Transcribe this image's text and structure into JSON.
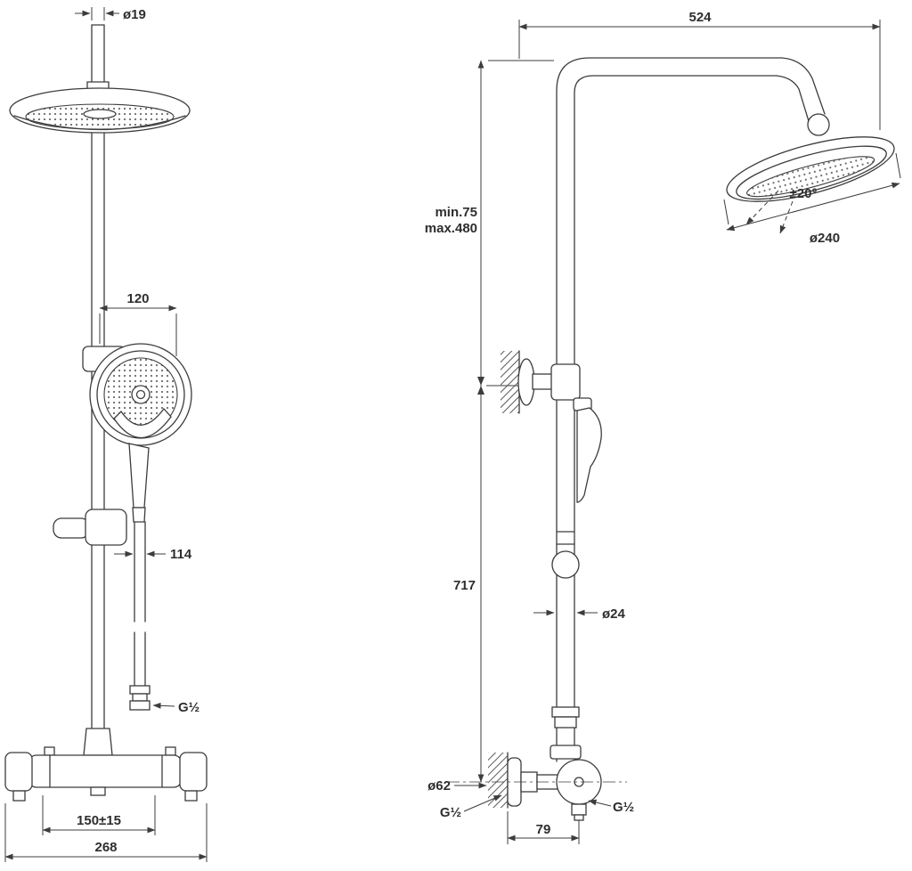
{
  "page": {
    "background": "#ffffff",
    "ink": "#3c3c3c"
  },
  "front_view": {
    "dims": {
      "pipe_top_diameter": "ø19",
      "hand_shower_offset": "120",
      "slider_offset": "114",
      "hose_thread": "G½",
      "inlet_spacing": "150±15",
      "overall_width": "268"
    }
  },
  "side_view": {
    "dims": {
      "arm_reach": "524",
      "bracket_range_min": "min.75",
      "bracket_range_max": "max.480",
      "head_swivel": "±20°",
      "head_diameter": "ø240",
      "column_height": "717",
      "pipe_diameter": "ø24",
      "escutcheon_diameter": "ø62",
      "supply_thread": "G½",
      "wall_offset": "79",
      "outlet_thread": "G½"
    }
  }
}
